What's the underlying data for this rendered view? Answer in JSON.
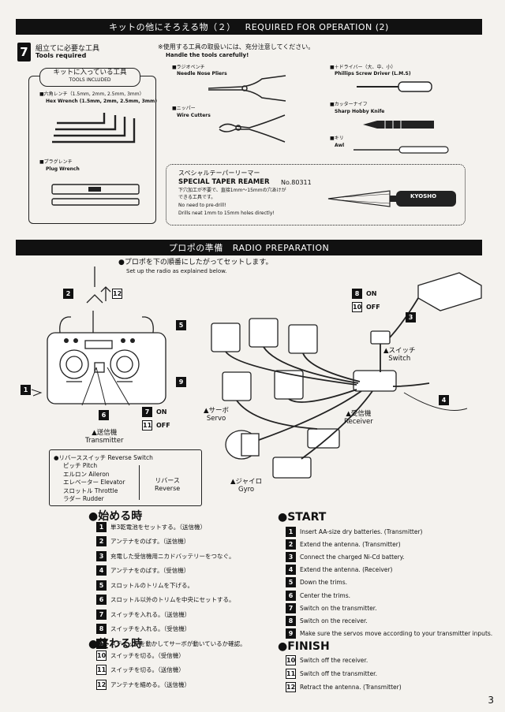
{
  "header1": {
    "jp": "キットの他にそろえる物（２）",
    "en": "REQUIRED FOR OPERATION (2)"
  },
  "section7": {
    "badge": "7",
    "title_jp": "組立てに必要な工具",
    "title_en": "Tools required",
    "kit_jp": "キットに入っている工具",
    "kit_en": "TOOLS INCLUDED",
    "hex_jp": "■六角レンチ（1.5mm, 2mm, 2.5mm, 3mm）",
    "hex_en": "Hex Wrench (1.5mm, 2mm, 2.5mm, 3mm)",
    "plug_jp": "■プラグレンチ",
    "plug_en": "Plug Wrench",
    "note_jp": "※使用する工具の取扱いには、充分注意してください。",
    "note_en": "Handle the tools carefully!",
    "pliers_jp": "■ラジオペンチ",
    "pliers_en": "Needle Nose Pliers",
    "cutters_jp": "■ニッパー",
    "cutters_en": "Wire Cutters",
    "driver_jp": "■＋ドライバー（大、中、小）",
    "driver_en": "Phillips Screw Driver (L.M.S)",
    "knife_jp": "■カッターナイフ",
    "knife_en": "Sharp Hobby Knife",
    "awl_jp": "■キリ",
    "awl_en": "Awl",
    "reamer_jp": "スペシャルテーパーリーマー",
    "reamer_en": "SPECIAL TAPER REAMER",
    "reamer_no": "No.80311",
    "reamer_d1": "下穴加工が不要で、直接1mm〜15mmの穴あけが",
    "reamer_d2": "できる工具です。",
    "reamer_d3": "No need to pre-drill!",
    "reamer_d4": "Drills neat 1mm to 15mm holes directly!",
    "reamer_brand": "KYOSHO"
  },
  "header2": {
    "jp": "プロポの準備",
    "en": "RADIO PREPARATION"
  },
  "radio": {
    "intro_jp": "●プロポを下の順番にしたがってセットします。",
    "intro_en": "Set up the radio as explained below.",
    "on": "ON",
    "off": "OFF",
    "switch_jp": "▲スイッチ",
    "switch_en": "Switch",
    "servo_jp": "▲サーボ",
    "servo_en": "Servo",
    "receiver_jp": "▲受信機",
    "receiver_en": "Receiver",
    "transmitter_jp": "▲送信機",
    "transmitter_en": "Transmitter",
    "gyro_jp": "▲ジャイロ",
    "gyro_en": "Gyro",
    "reverse_title": "●リバーススイッチ  Reverse Switch",
    "reverse_items": [
      "ピッチ  Pitch",
      "エルロン  Aileron",
      "エレベーター  Elevator",
      "スロットル  Throttle",
      "ラダー  Rudder"
    ],
    "reverse_jp": "リバース",
    "reverse_en": "Reverse"
  },
  "start_jp": {
    "title": "●始める時",
    "steps": [
      {
        "n": "1",
        "t": "単3乾電池をセットする。（送信機）"
      },
      {
        "n": "2",
        "t": "アンテナをのばす。（送信機）"
      },
      {
        "n": "3",
        "t": "充電した受信機用ニカドバッテリーをつなぐ。"
      },
      {
        "n": "4",
        "t": "アンテナをのばす。（受信機）"
      },
      {
        "n": "5",
        "t": "スロットルのトリムを下げる。"
      },
      {
        "n": "6",
        "t": "スロットル以外のトリムを中央にセットする。"
      },
      {
        "n": "7",
        "t": "スイッチを入れる。（送信機）"
      },
      {
        "n": "8",
        "t": "スイッチを入れる。（受信機）"
      },
      {
        "n": "9",
        "t": "スティックを動かしてサーボが動いているか確認。"
      }
    ]
  },
  "finish_jp": {
    "title": "●終わる時",
    "steps": [
      {
        "n": "10",
        "t": "スイッチを切る。（受信機）"
      },
      {
        "n": "11",
        "t": "スイッチを切る。（送信機）"
      },
      {
        "n": "12",
        "t": "アンテナを縮める。（送信機）"
      }
    ]
  },
  "start_en": {
    "title": "●START",
    "steps": [
      {
        "n": "1",
        "t": "Insert AA-size dry batteries. (Transmitter)"
      },
      {
        "n": "2",
        "t": "Extend the antenna. (Transmitter)"
      },
      {
        "n": "3",
        "t": "Connect the charged Ni-Cd battery."
      },
      {
        "n": "4",
        "t": "Extend the antenna. (Receiver)"
      },
      {
        "n": "5",
        "t": "Down the trims."
      },
      {
        "n": "6",
        "t": "Center the trims."
      },
      {
        "n": "7",
        "t": "Switch on the transmitter."
      },
      {
        "n": "8",
        "t": "Switch on the receiver."
      },
      {
        "n": "9",
        "t": "Make sure the servos move according to your transmitter inputs."
      }
    ]
  },
  "finish_en": {
    "title": "●FINISH",
    "steps": [
      {
        "n": "10",
        "t": "Switch off the receiver."
      },
      {
        "n": "11",
        "t": "Switch off the transmitter."
      },
      {
        "n": "12",
        "t": "Retract the antenna. (Transmitter)"
      }
    ]
  },
  "page_number": "3"
}
